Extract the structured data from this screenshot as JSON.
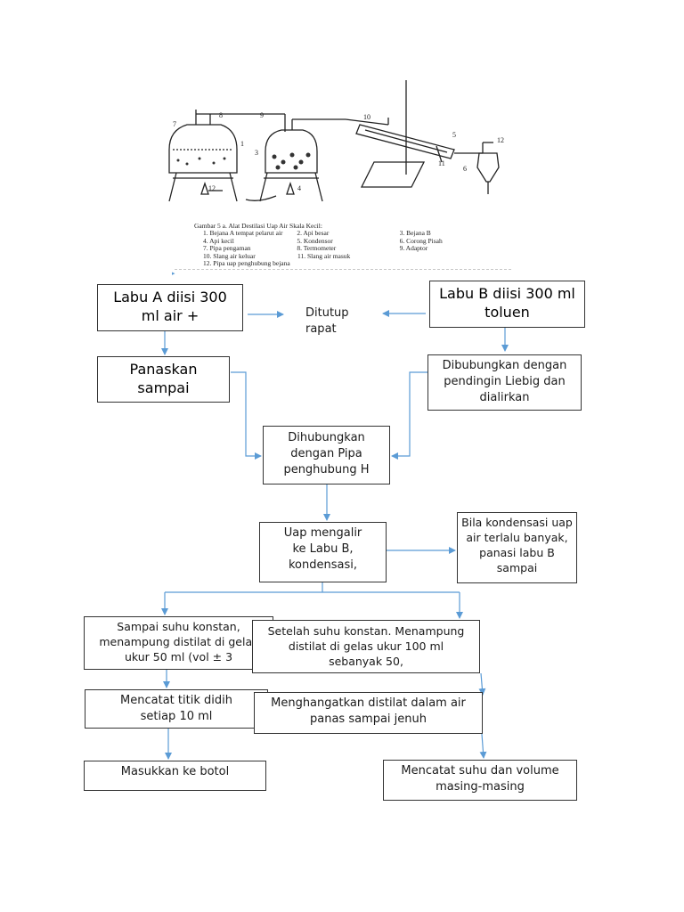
{
  "figure": {
    "caption_title": "Gambar 5 a. Alat Destilasi Uap Air Skala Kecil:",
    "caption_rows": [
      [
        "1. Bejana A tempat pelarut air",
        "2. Api besar",
        "3. Bejana B"
      ],
      [
        "4. Api kecil",
        "5. Kondensor",
        "6. Corong Pisah"
      ],
      [
        "7. Pipa pengaman",
        "8. Termometer",
        "9. Adaptor"
      ],
      [
        "10. Slang air keluar",
        "11. Slang air masuk",
        ""
      ]
    ],
    "caption_last": "12. Pipa uap penghubung bejana",
    "labels": [
      "7",
      "8",
      "9",
      "1",
      "10",
      "5",
      "12",
      "3",
      "11",
      "6",
      "12",
      "4"
    ]
  },
  "flow": {
    "labu_a": "Labu A diisi 300 ml air +",
    "ditutup": "Ditutup rapat",
    "labu_b": "Labu B diisi 300 ml toluen",
    "panaskan": "Panaskan sampai",
    "dibubungkan": "Dibubungkan dengan pendingin Liebig dan dialirkan",
    "dihubungkan": "Dihubungkan dengan Pipa penghubung H",
    "uap": "Uap mengalir ke Labu B, kondensasi,",
    "bila": "Bila kondensasi uap air terlalu banyak, panasi labu B sampai",
    "sampai_suhu": "Sampai suhu konstan, menampung distilat di gelas ukur 50 ml (vol ± 3",
    "setelah": "Setelah suhu konstan. Menampung distilat di gelas ukur 100 ml sebanyak 50,",
    "mencatat_titik": "Mencatat titik didih setiap 10 ml",
    "menghangatkan": "Menghangatkan distilat dalam air panas sampai jenuh",
    "masukkan": "Masukkan ke botol",
    "mencatat_suhu": "Mencatat suhu dan volume masing-masing"
  },
  "colors": {
    "arrow": "#5b9bd5",
    "border": "#333333"
  }
}
